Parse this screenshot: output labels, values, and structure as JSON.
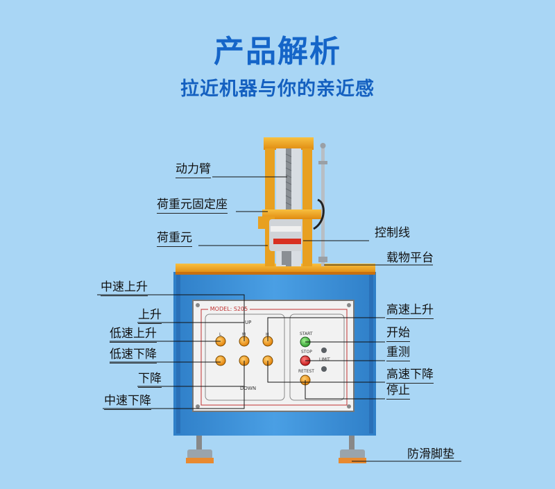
{
  "heading": {
    "title": "产品解析",
    "subtitle": "拉近机器与你的亲近感"
  },
  "panel": {
    "model_label": "MODEL: S205",
    "up_label": "UP",
    "down_label": "DOWN",
    "speed_labels": [
      "L",
      "M",
      "H"
    ],
    "start_label": "START",
    "stop_label": "STOP",
    "limit_label": "LIMIT",
    "retest_label": "RETEST"
  },
  "callouts": {
    "power_arm": "动力臂",
    "load_cell_mount": "荷重元固定座",
    "load_cell": "荷重元",
    "control_cable": "控制线",
    "platform": "载物平台",
    "mid_speed_up": "中速上升",
    "up": "上升",
    "low_speed_up": "低速上升",
    "low_speed_down": "低速下降",
    "down": "下降",
    "mid_speed_down": "中速下降",
    "high_speed_up": "高速上升",
    "start": "开始",
    "retest": "重测",
    "high_speed_down": "高速下降",
    "stop": "停止",
    "anti_slip_pad": "防滑脚垫"
  },
  "colors": {
    "background": "#a9d6f5",
    "title": "#1565c8",
    "cabinet": "#3a8fd8",
    "platform": "#f0a020",
    "button_orange": "#f08a10",
    "button_green": "#3aa83a",
    "button_red": "#d22020"
  }
}
